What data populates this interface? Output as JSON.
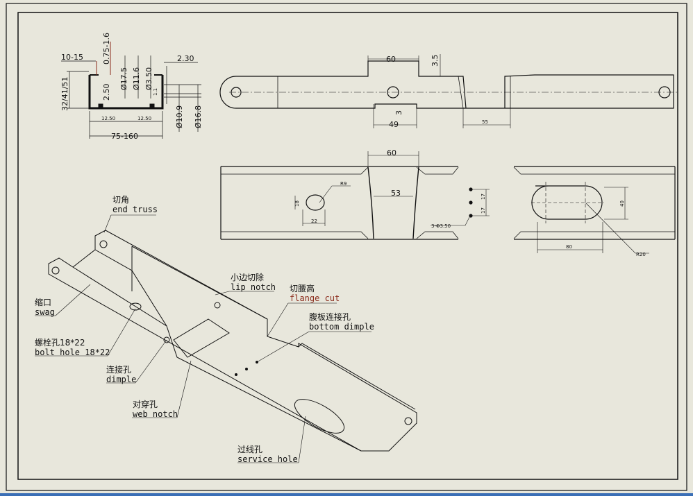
{
  "section_view": {
    "dims": [
      "10-15",
      "0.75-1.6",
      "Ø17.5",
      "Ø11.6",
      "Ø3.50",
      "2.30",
      "32/41/51",
      "2.50",
      "1.1",
      "Ø10.9",
      "Ø16.8",
      "12.50",
      "12.50",
      "75-160"
    ]
  },
  "side_view": {
    "dims": [
      "60",
      "3.5",
      "3",
      "49",
      "55"
    ]
  },
  "top_view": {
    "dims": [
      "60",
      "53",
      "R9",
      "18",
      "22",
      "17",
      "17",
      "3-Φ3.50",
      "40",
      "80",
      "R20"
    ]
  },
  "callouts": [
    {
      "cn": "切角",
      "en": "end truss"
    },
    {
      "cn": "小边切除",
      "en": "lip notch"
    },
    {
      "cn": "切腰高",
      "en": "flange cut"
    },
    {
      "cn": "腹板连接孔",
      "en": "bottom dimple"
    },
    {
      "cn": "缩口",
      "en": "swag"
    },
    {
      "cn": "螺栓孔18*22",
      "en": "bolt hole 18*22"
    },
    {
      "cn": "连接孔",
      "en": "dimple"
    },
    {
      "cn": "对穿孔",
      "en": "web notch"
    },
    {
      "cn": "过线孔",
      "en": "service hole"
    }
  ],
  "colors": {
    "paper": "#e8e7dc",
    "line": "#111111",
    "accent": "#8a2a1a"
  }
}
